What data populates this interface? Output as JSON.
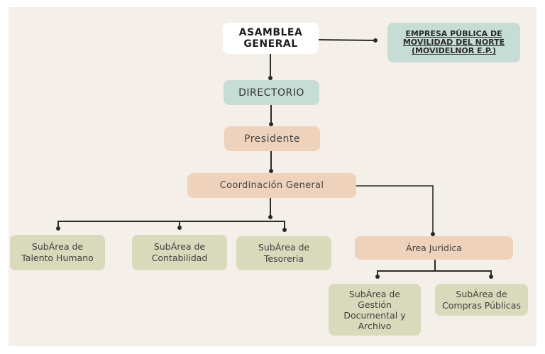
{
  "diagram": {
    "type": "org-chart",
    "colors": {
      "background": "#f4efe9",
      "top_box": "#ffffff",
      "teal": "#c6ddd5",
      "peach": "#efd2bb",
      "olive": "#d9d9bb",
      "connector": "#2b2b2b"
    },
    "nodes": {
      "asamblea": "ASAMBLEA\nGENERAL",
      "empresa": "EMPRESA PÚBLICA DE\nMOVILIDAD DEL NORTE\n(MOVIDELNOR E.P.)",
      "directorio": "DIRECTORIO",
      "presidente": "Presidente",
      "coordinacion": "Coordinación General",
      "talento": "SubÁrea de\nTalento Humano",
      "contabilidad": "SubÁrea de\nContabilidad",
      "tesoreria": "SubÁrea de\nTesoreria",
      "juridica": "Área Juridica",
      "gestion": "SubÁrea de\nGestión\nDocumental y\nArchivo",
      "compras": "SubÁrea de\nCompras Públicas"
    },
    "edges": [
      {
        "from": "asamblea",
        "to": "empresa"
      },
      {
        "from": "asamblea",
        "to": "directorio"
      },
      {
        "from": "directorio",
        "to": "presidente"
      },
      {
        "from": "presidente",
        "to": "coordinacion"
      },
      {
        "from": "coordinacion",
        "to": "talento"
      },
      {
        "from": "coordinacion",
        "to": "contabilidad"
      },
      {
        "from": "coordinacion",
        "to": "tesoreria"
      },
      {
        "from": "coordinacion",
        "to": "juridica"
      },
      {
        "from": "juridica",
        "to": "gestion"
      },
      {
        "from": "juridica",
        "to": "compras"
      }
    ]
  }
}
